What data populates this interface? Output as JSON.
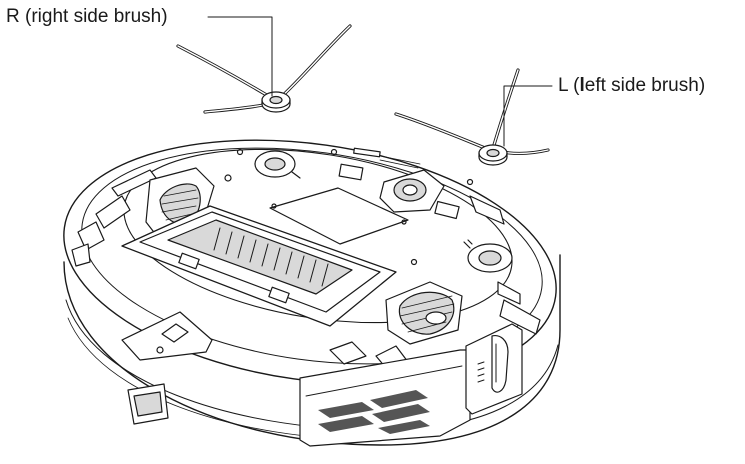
{
  "callouts": {
    "right_brush": {
      "text": "R (right side brush)"
    },
    "left_brush": {
      "prefix": "L (",
      "emphasis": "l",
      "suffix": "eft side brush)"
    }
  },
  "colors": {
    "line": "#1a1a1a",
    "fill": "#ffffff",
    "shade": "#d9d9d9",
    "dark": "#555555"
  }
}
